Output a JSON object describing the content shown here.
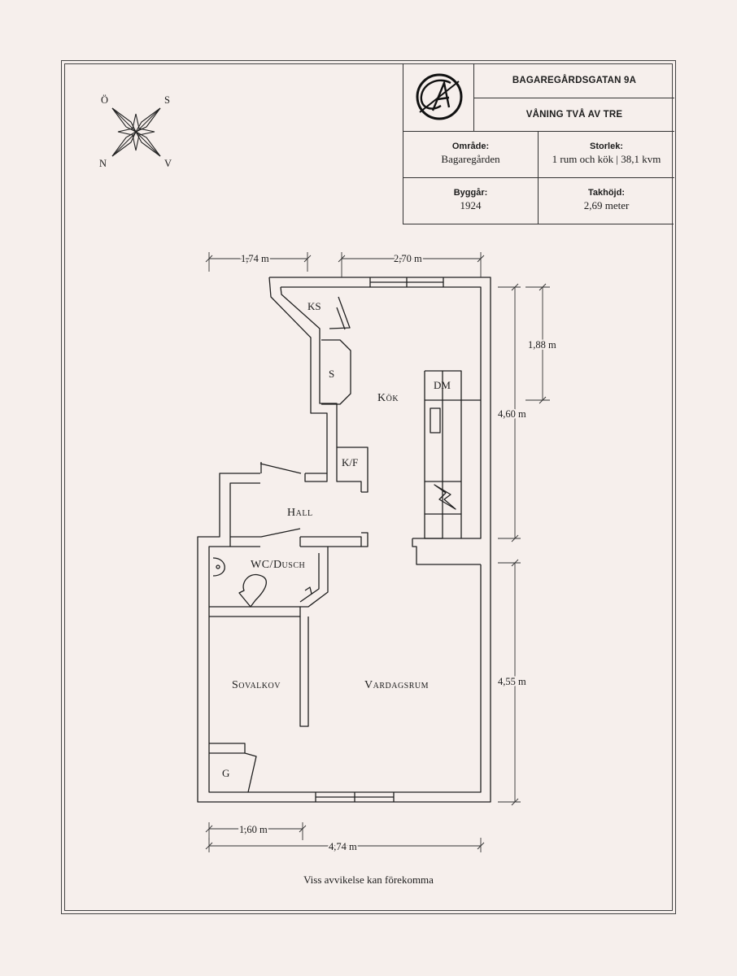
{
  "header": {
    "address": "BAGAREGÅRDSGATAN 9A",
    "floor": "VÅNING TVÅ AV TRE",
    "area_label": "Område:",
    "area_value": "Bagaregården",
    "size_label": "Storlek:",
    "size_value": "1 rum och kök | 38,1 kvm",
    "year_label": "Byggår:",
    "year_value": "1924",
    "height_label": "Takhöjd:",
    "height_value": "2,69 meter"
  },
  "compass": {
    "nw": "Ö",
    "ne": "S",
    "sw": "N",
    "se": "V"
  },
  "rooms": {
    "ks": "KS",
    "s": "S",
    "kok": "Kök",
    "dm": "DM",
    "kf": "K/F",
    "hall": "Hall",
    "wc": "WC/Dusch",
    "sovalkov": "Sovalkov",
    "vardagsrum": "Vardagsrum",
    "g": "G"
  },
  "dimensions": {
    "top_left": "1,74 m",
    "top_right": "2,70 m",
    "right_small": "1,88 m",
    "right_upper": "4,60 m",
    "right_lower": "4,55 m",
    "bottom_small": "1,60 m",
    "bottom_total": "4,74 m"
  },
  "disclaimer": "Viss avvikelse kan förekomma"
}
